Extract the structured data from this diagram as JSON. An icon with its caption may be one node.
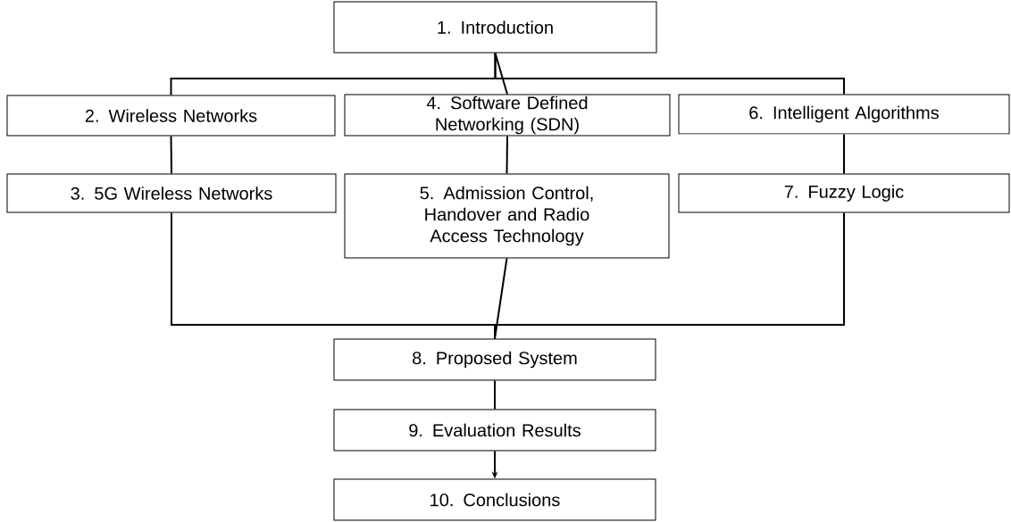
{
  "diagram": {
    "nodes": [
      {
        "text": [
          "1. Introduction"
        ]
      },
      {
        "text": [
          "2. Wireless Networks"
        ]
      },
      {
        "text": [
          "3. 5G Wireless Networks"
        ]
      },
      {
        "text": [
          "4. Software Defined Networking (SDN)"
        ]
      },
      {
        "text": [
          "5. Admission Control, Handover and Radio Access Technology"
        ]
      },
      {
        "text": [
          "6. Intelligent Algorithms"
        ]
      },
      {
        "text": [
          "7. Fuzzy Logic"
        ]
      },
      {
        "text": [
          "8. Proposed System"
        ]
      },
      {
        "text": [
          "9. Evaluation Results"
        ]
      },
      {
        "text": [
          "10. Conclusions"
        ]
      }
    ],
    "edges": [
      {
        "from": 0,
        "to": 1,
        "arrow": "none"
      },
      {
        "from": 0,
        "to": 3,
        "arrow": "none"
      },
      {
        "from": 0,
        "to": 5,
        "arrow": "none"
      },
      {
        "from": 1,
        "to": 2,
        "arrow": "none"
      },
      {
        "from": 3,
        "to": 4,
        "arrow": "none"
      },
      {
        "from": 5,
        "to": 6,
        "arrow": "none"
      },
      {
        "from": 2,
        "to": 7,
        "arrow": "none"
      },
      {
        "from": 4,
        "to": 7,
        "arrow": "none"
      },
      {
        "from": 6,
        "to": 7,
        "arrow": "none"
      },
      {
        "from": 7,
        "to": 8,
        "arrow": "none"
      },
      {
        "from": 8,
        "to": 9,
        "arrow": "to"
      }
    ]
  }
}
